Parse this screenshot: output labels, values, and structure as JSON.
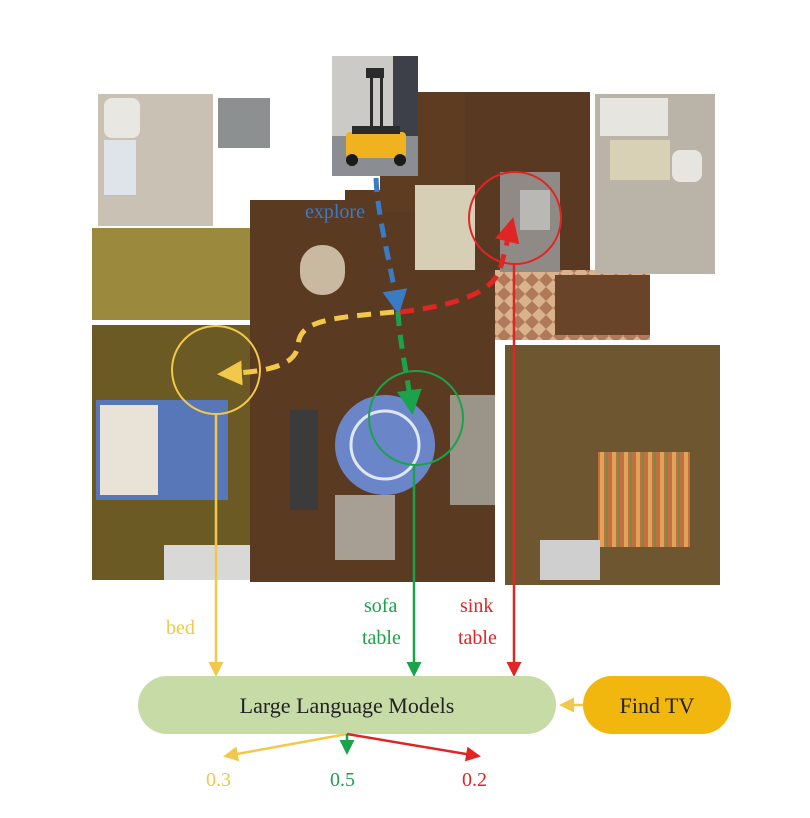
{
  "colors": {
    "yellow": "#f2c84b",
    "green": "#1aa34a",
    "red": "#e02525",
    "blue": "#3b7bc4",
    "llm_fill": "#c7dba7",
    "task_fill": "#f2b70e",
    "floor": "#5b3a22"
  },
  "labels": {
    "explore": "explore",
    "bed": "bed",
    "sofa": "sofa",
    "sofa_table": "table",
    "sink": "sink",
    "sink_table": "table"
  },
  "nodes": {
    "llm": "Large Language Models",
    "task": "Find TV"
  },
  "scores": {
    "bed": "0.3",
    "sofa_table": "0.5",
    "sink_table": "0.2"
  },
  "icons": {
    "robot": "robot-icon"
  }
}
